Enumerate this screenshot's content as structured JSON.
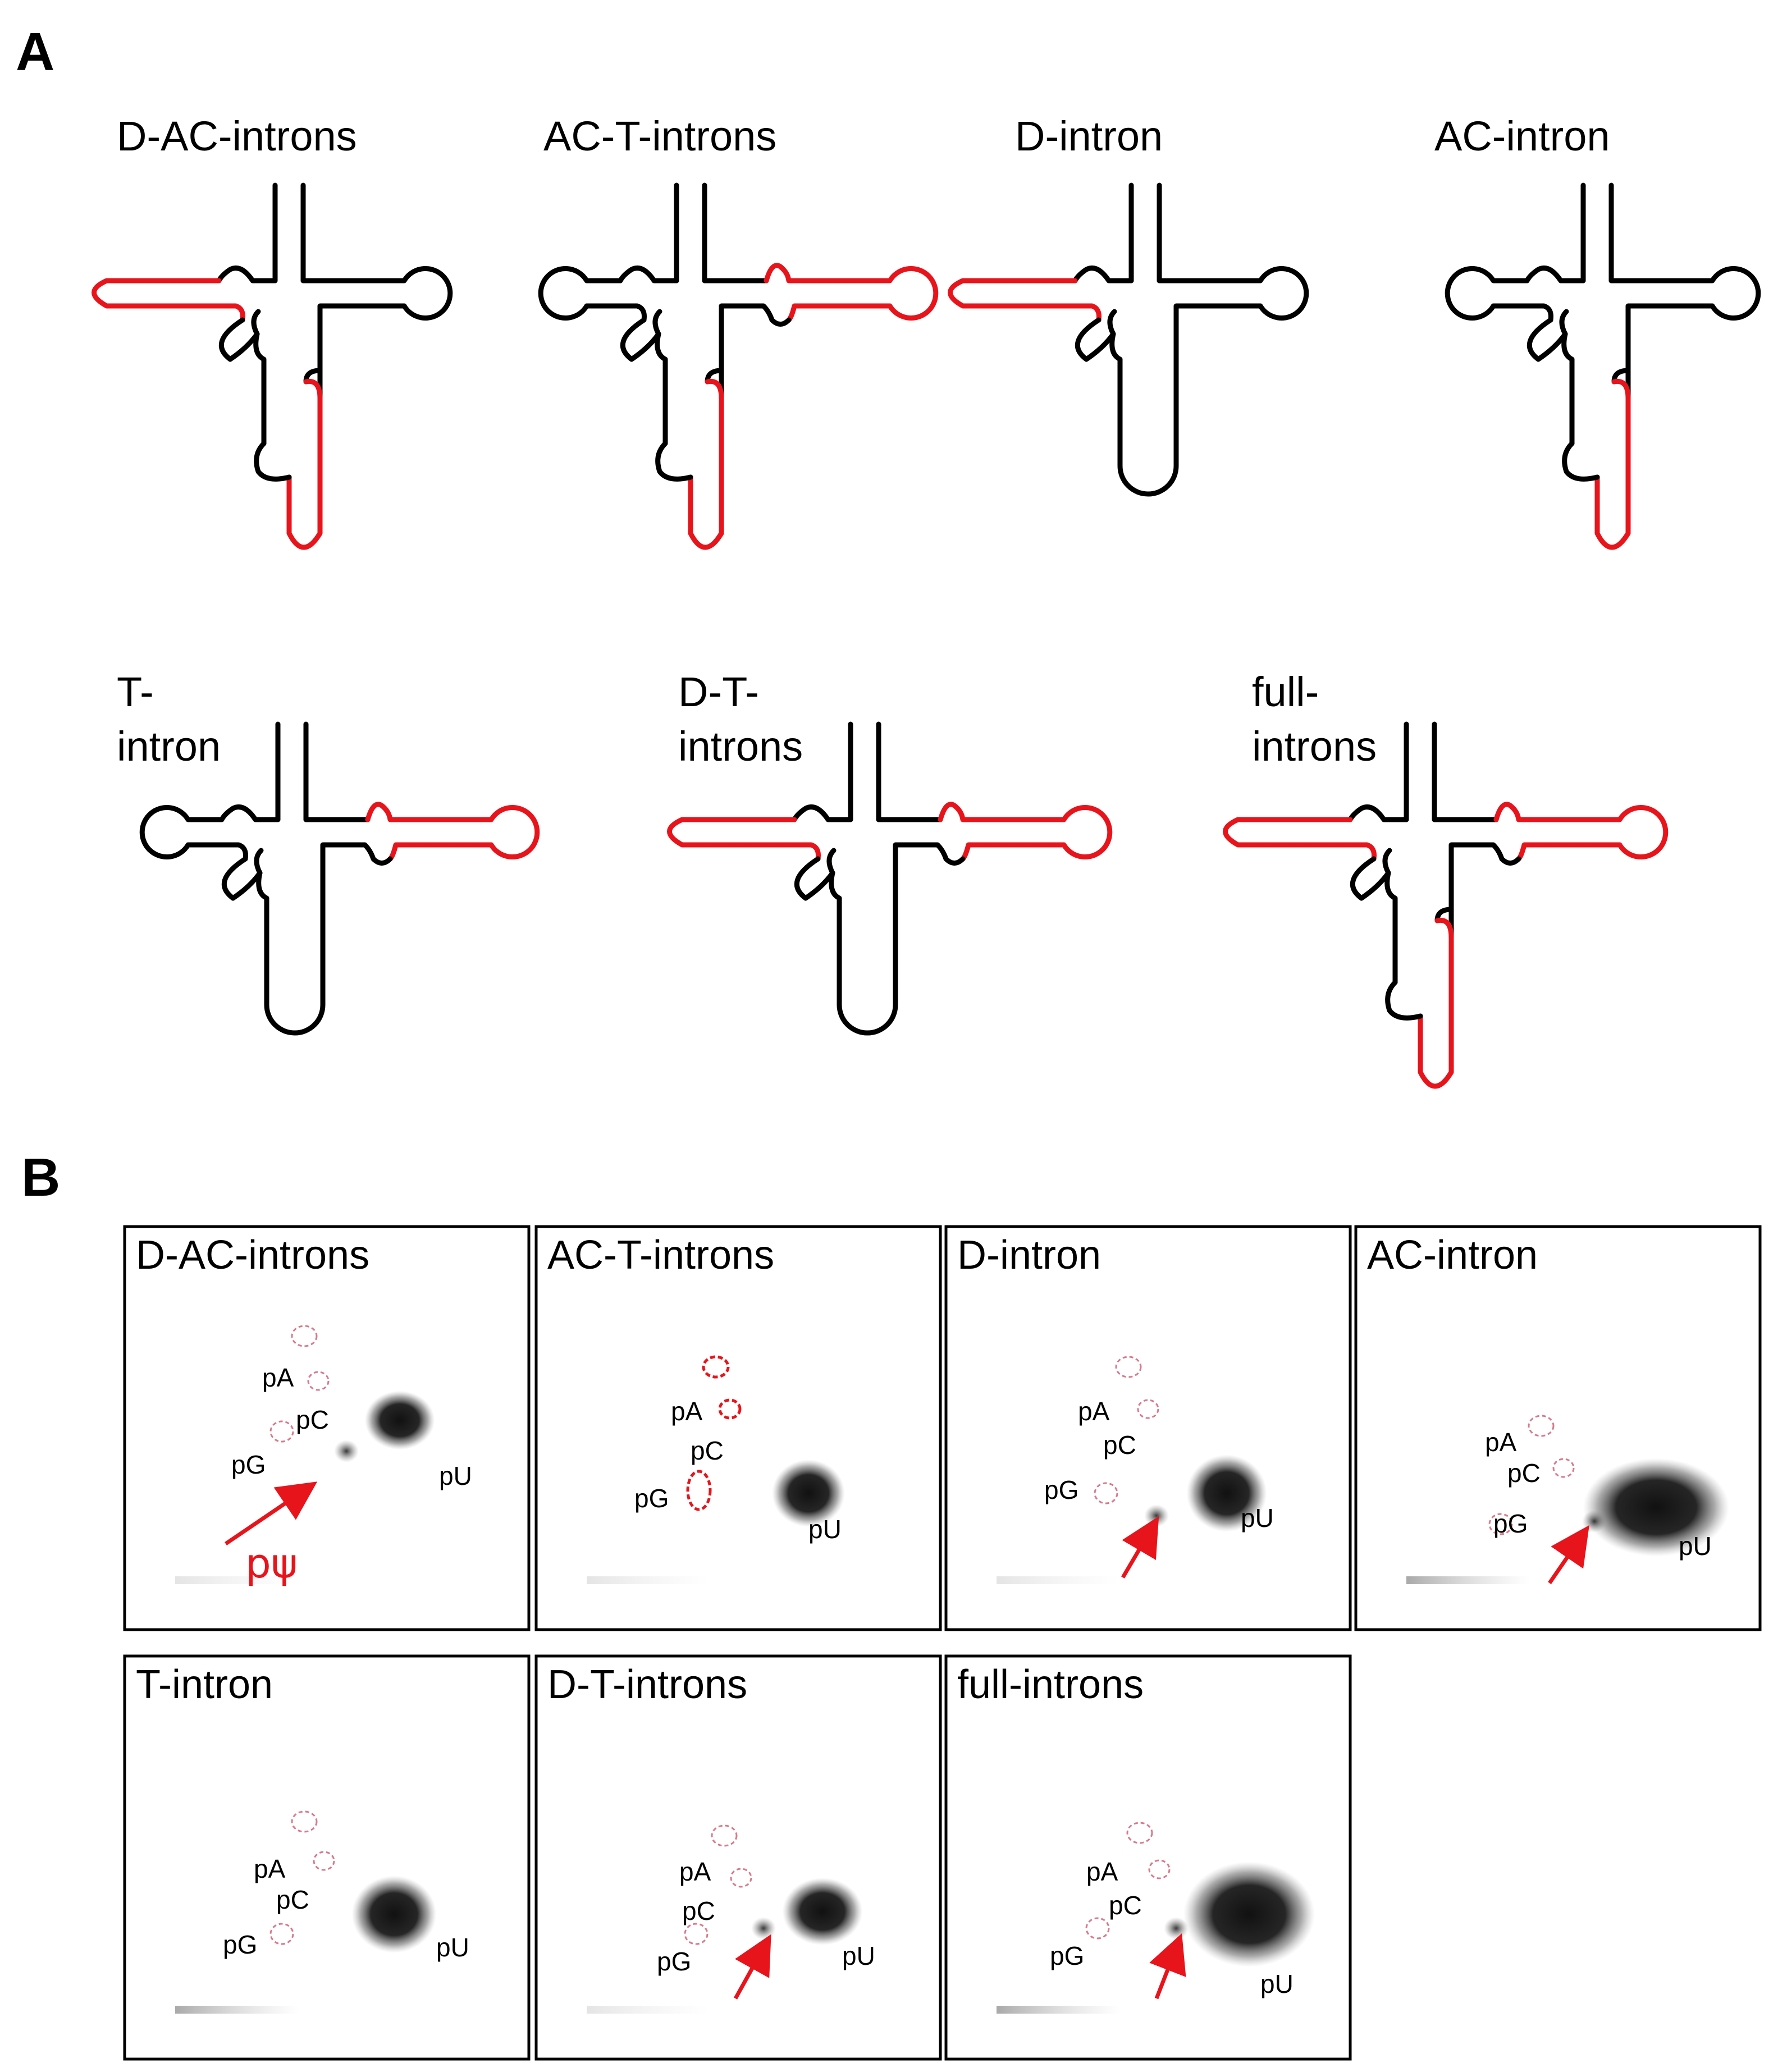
{
  "figure": {
    "panel_a": {
      "letter": "A",
      "constructs": [
        {
          "id": "dac",
          "title": "D-AC-introns",
          "red": [
            "d",
            "ac"
          ]
        },
        {
          "id": "act",
          "title": "AC-T-introns",
          "red": [
            "ac",
            "t"
          ]
        },
        {
          "id": "d",
          "title": "D-intron",
          "red": [
            "d"
          ]
        },
        {
          "id": "ac",
          "title": "AC-intron",
          "red": [
            "ac"
          ]
        },
        {
          "id": "t",
          "title_line1": "T-",
          "title_line2": "intron",
          "red": [
            "t"
          ]
        },
        {
          "id": "dt",
          "title_line1": "D-T-",
          "title_line2": "introns",
          "red": [
            "d",
            "t"
          ]
        },
        {
          "id": "full",
          "title_line1": "full-",
          "title_line2": "introns",
          "red": [
            "d",
            "ac",
            "t"
          ]
        }
      ]
    },
    "panel_b": {
      "letter": "B",
      "spot_labels": {
        "pA": "pA",
        "pC": "pC",
        "pG": "pG",
        "pU": "pU"
      },
      "psi_label": "pψ",
      "tlc_panels": [
        {
          "id": "dac",
          "title": "D-AC-introns",
          "psi_spot": true,
          "psi_arrow": true
        },
        {
          "id": "act",
          "title": "AC-T-introns",
          "psi_spot": false,
          "psi_arrow": false
        },
        {
          "id": "d",
          "title": "D-intron",
          "psi_spot": true,
          "psi_arrow": true
        },
        {
          "id": "ac",
          "title": "AC-intron",
          "psi_spot": true,
          "psi_arrow": true
        },
        {
          "id": "t",
          "title": "T-intron",
          "psi_spot": false,
          "psi_arrow": false
        },
        {
          "id": "dt",
          "title": "D-T-introns",
          "psi_spot": true,
          "psi_arrow": true
        },
        {
          "id": "full",
          "title": "full-introns",
          "psi_spot": true,
          "psi_arrow": true
        }
      ]
    },
    "colors": {
      "intron_red": "#e8141b",
      "structure_black": "#000000",
      "marker_pink": "#d97a8a"
    }
  }
}
